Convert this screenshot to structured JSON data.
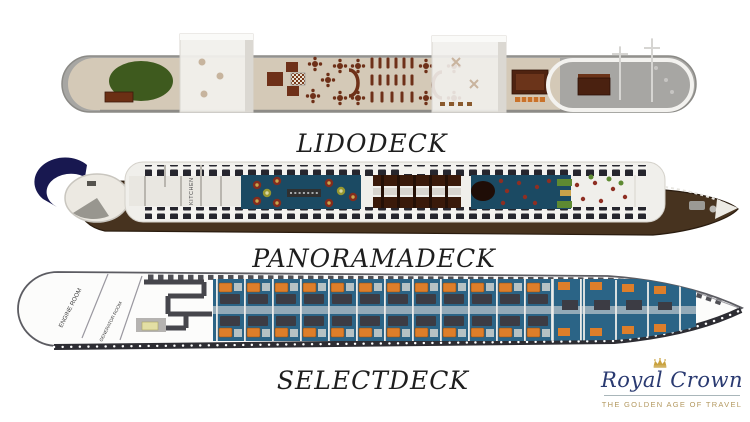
{
  "decks": [
    {
      "name": "lido-deck",
      "label": "LIDODECK"
    },
    {
      "name": "panorama-deck",
      "label": "PANORAMADECK",
      "rooms": {
        "kitchen": "KITCHEN"
      }
    },
    {
      "name": "select-deck",
      "label": "SELECTDECK",
      "rooms": {
        "engine_room": "ENGINE ROOM",
        "generator_room": "GENERATOR ROOM"
      }
    }
  ],
  "brand": {
    "name": "Royal Crown",
    "tagline": "THE GOLDEN AGE OF TRAVEL",
    "crown_icon": "gold-crown"
  },
  "colors": {
    "background": "#ffffff",
    "caption_text": "#1e1e1e",
    "brand_navy": "#2a3a71",
    "brand_gold": "#c9a23f",
    "tagline_gold": "#b3985f",
    "lido_deck_wood": "#d4c9b7",
    "putting_green": "#3e5a1e",
    "furniture_brown": "#6e3018",
    "bow_gray": "#a7a6a3",
    "hull_brown": "#47331f",
    "stern_canopy_navy": "#181850",
    "restaurant_floor_teal": "#1b4a63",
    "cabin_floor_blue": "#2b6486",
    "cabin_bed_orange": "#dd7e2a"
  }
}
